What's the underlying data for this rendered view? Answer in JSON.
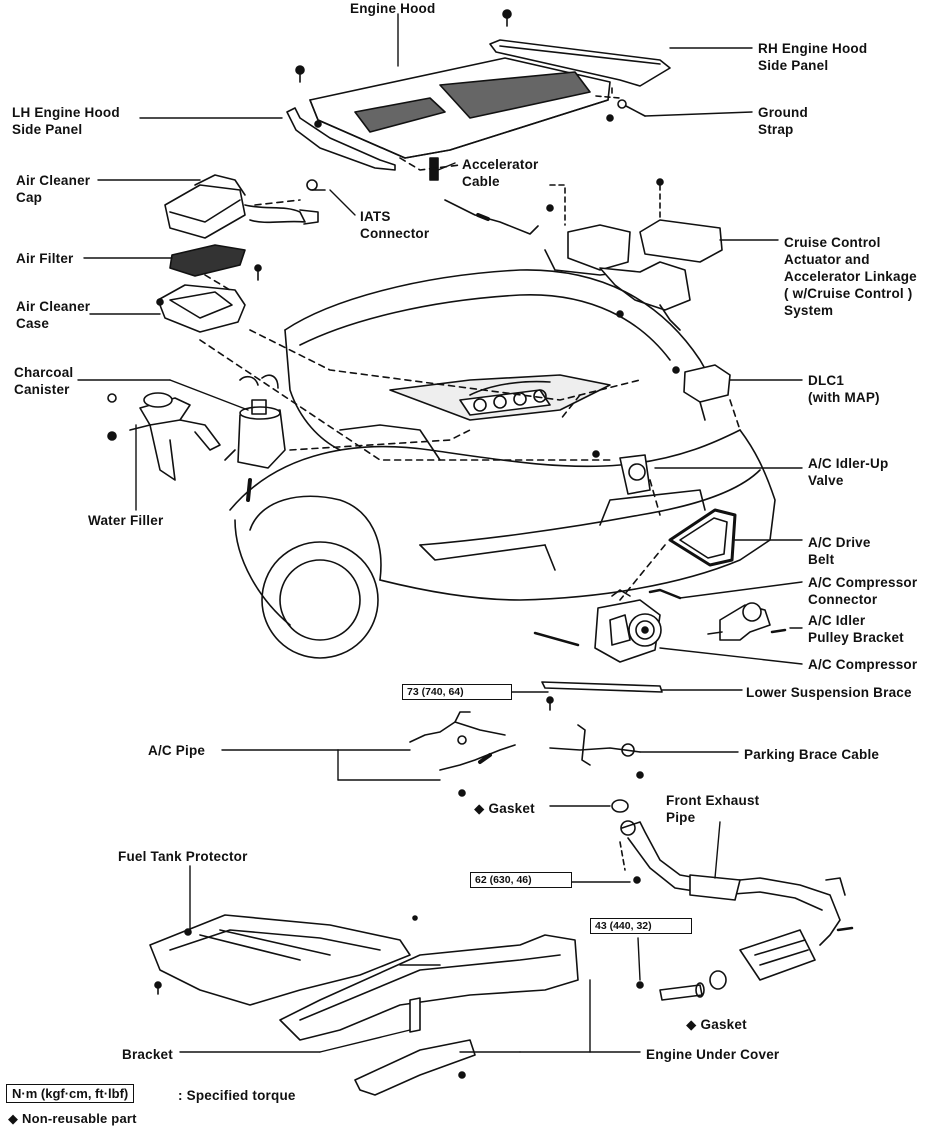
{
  "labels": {
    "engine_hood": "Engine Hood",
    "rh_side_panel": "RH Engine Hood\nSide Panel",
    "lh_side_panel": "LH Engine Hood\nSide Panel",
    "ground_strap": "Ground\nStrap",
    "air_cleaner_cap": "Air Cleaner\nCap",
    "accelerator_cable": "Accelerator\nCable",
    "iats_connector": "IATS\nConnector",
    "air_filter": "Air Filter",
    "cruise_control": "Cruise Control\nActuator and\nAccelerator Linkage\n( w/Cruise Control )\nSystem",
    "air_cleaner_case": "Air Cleaner\nCase",
    "charcoal_canister": "Charcoal\nCanister",
    "dlc1": "DLC1\n(with MAP)",
    "ac_idler_up_valve": "A/C Idler-Up\nValve",
    "water_filler": "Water Filler",
    "ac_drive_belt": "A/C Drive\nBelt",
    "ac_compressor_connector": "A/C Compressor\nConnector",
    "ac_idler_pulley_bracket": "A/C Idler\nPulley Bracket",
    "ac_compressor": "A/C Compressor",
    "lower_suspension_brace": "Lower Suspension Brace",
    "ac_pipe": "A/C Pipe",
    "parking_brake_cable": "Parking Brace Cable",
    "gasket_1": "Gasket",
    "front_exhaust_pipe": "Front Exhaust\nPipe",
    "fuel_tank_protector": "Fuel Tank Protector",
    "gasket_2": "Gasket",
    "bracket": "Bracket",
    "engine_under_cover": "Engine Under Cover"
  },
  "torques": {
    "t1": "73 (740, 64)",
    "t2": "62 (630, 46)",
    "t3": "43 (440, 32)"
  },
  "legend": {
    "torque_unit": "N·m (kgf·cm, ft·lbf)",
    "torque_desc": ": Specified torque",
    "nonreusable_symbol": "◆",
    "nonreusable_desc": "Non-reusable part"
  },
  "symbols": {
    "diamond": "◆"
  }
}
